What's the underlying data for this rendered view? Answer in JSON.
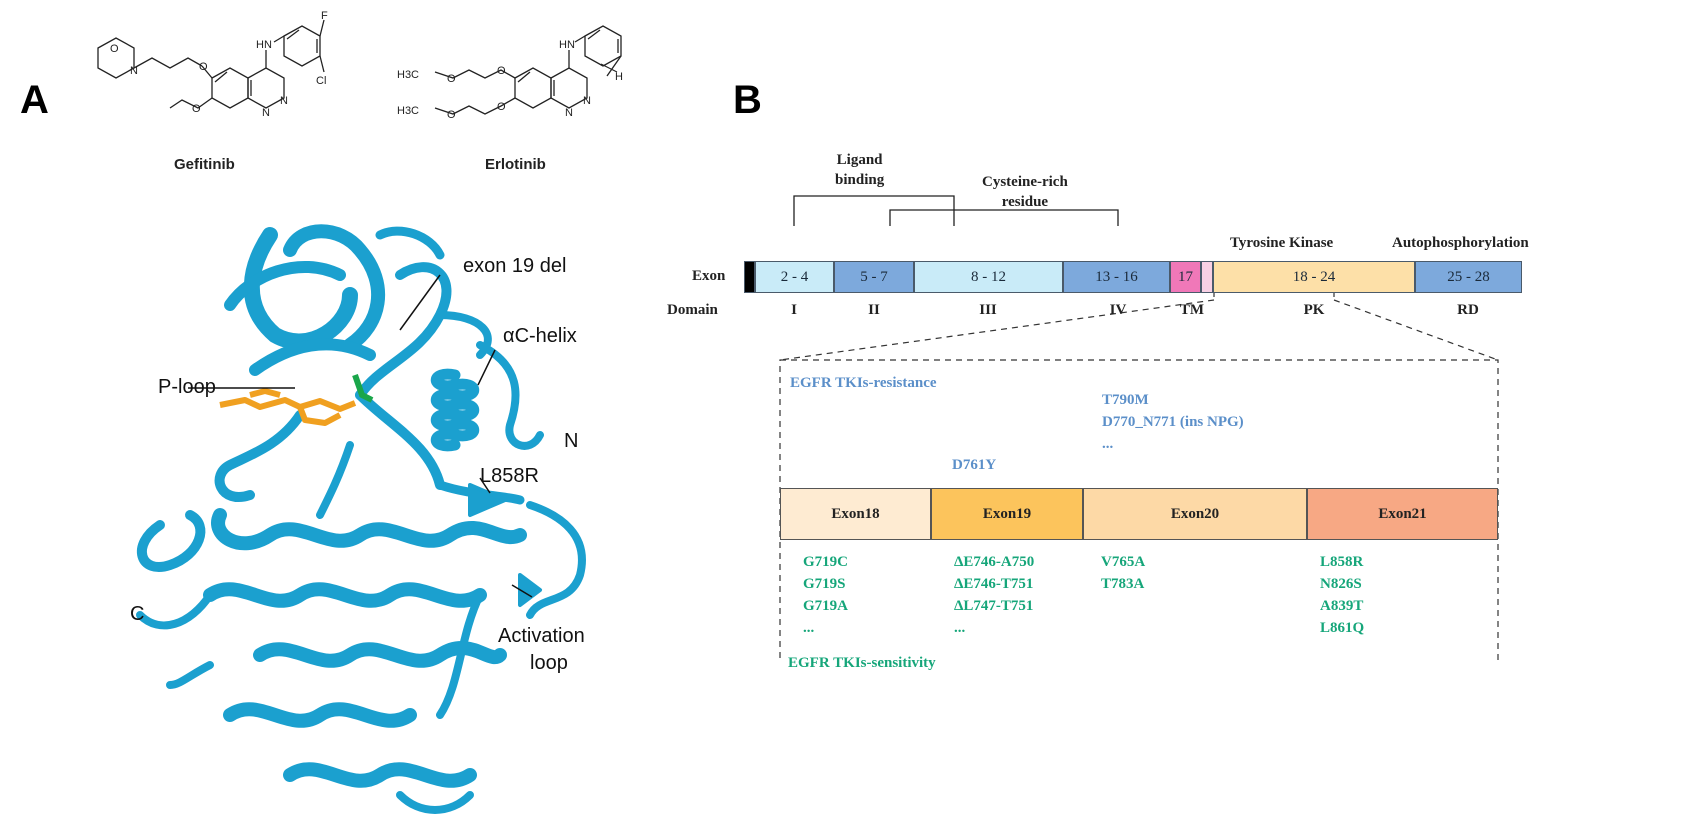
{
  "panel_a": {
    "letter": "A",
    "drugs": [
      {
        "name": "Gefitinib"
      },
      {
        "name": "Erlotinib"
      }
    ],
    "structure_labels": {
      "gef_hn": "HN",
      "gef_f": "F",
      "gef_cl": "Cl",
      "gef_o1": "O",
      "gef_n1": "N",
      "gef_o2": "O",
      "gef_o3": "O",
      "gef_n2": "N",
      "gef_n3": "N",
      "erl_hn": "HN",
      "erl_h": "H",
      "erl_h3c1": "H3C",
      "erl_h3c2": "H3C",
      "erl_o1": "O",
      "erl_o2": "O",
      "erl_o3": "O",
      "erl_o4": "O",
      "erl_n1": "N",
      "erl_n2": "N"
    },
    "protein_labels": {
      "exon19del": "exon 19 del",
      "ac_helix": "αC-helix",
      "p_loop": "P-loop",
      "n_term": "N",
      "l858r": "L858R",
      "c_term": "C",
      "activation_loop_1": "Activation",
      "activation_loop_2": "loop"
    },
    "colors": {
      "protein": "#1ba0cf",
      "ligand": "#f0a020",
      "ligand2": "#1aa64a"
    }
  },
  "panel_b": {
    "letter": "B",
    "headers": {
      "ligand_binding_1": "Ligand",
      "ligand_binding_2": "binding",
      "cysteine_1": "Cysteine-rich",
      "cysteine_2": "residue",
      "tyrosine_kinase": "Tyrosine Kinase",
      "autophos": "Autophosphorylation"
    },
    "row_labels": {
      "exon": "Exon",
      "domain": "Domain"
    },
    "exon_segments": [
      {
        "label": "",
        "color": "#000000"
      },
      {
        "label": "2 - 4",
        "color": "#c9ebf8"
      },
      {
        "label": "5 - 7",
        "color": "#7da9dc"
      },
      {
        "label": "8 - 12",
        "color": "#c9ebf8"
      },
      {
        "label": "13 - 16",
        "color": "#7da9dc"
      },
      {
        "label": "17",
        "color": "#f078b8"
      },
      {
        "label": "",
        "color": "#f8d0e4"
      },
      {
        "label": "18 - 24",
        "color": "#fde0a8"
      },
      {
        "label": "25 - 28",
        "color": "#7da9dc"
      }
    ],
    "domains": [
      {
        "label": "I"
      },
      {
        "label": "II"
      },
      {
        "label": "III"
      },
      {
        "label": "IV"
      },
      {
        "label": "TM"
      },
      {
        "label": "PK"
      },
      {
        "label": "RD"
      }
    ],
    "resistance": {
      "title": "EGFR TKIs-resistance",
      "exon20": [
        "T790M",
        "D770_N771 (ins NPG)",
        "..."
      ],
      "exon19": "D761Y",
      "color": "#5b8fc9"
    },
    "exon_boxes": [
      {
        "label": "Exon18",
        "color": "#feebd2"
      },
      {
        "label": "Exon19",
        "color": "#fcc45c"
      },
      {
        "label": "Exon20",
        "color": "#fdd9a6"
      },
      {
        "label": "Exon21",
        "color": "#f7a884"
      }
    ],
    "sensitivity": {
      "title": "EGFR TKIs-sensitivity",
      "exon18": [
        "G719C",
        "G719S",
        "G719A",
        "..."
      ],
      "exon19": [
        "ΔE746-A750",
        "ΔE746-T751",
        "ΔL747-T751",
        "..."
      ],
      "exon20": [
        "V765A",
        "T783A"
      ],
      "exon21": [
        "L858R",
        "N826S",
        "A839T",
        "L861Q"
      ],
      "color": "#16a67a"
    }
  }
}
